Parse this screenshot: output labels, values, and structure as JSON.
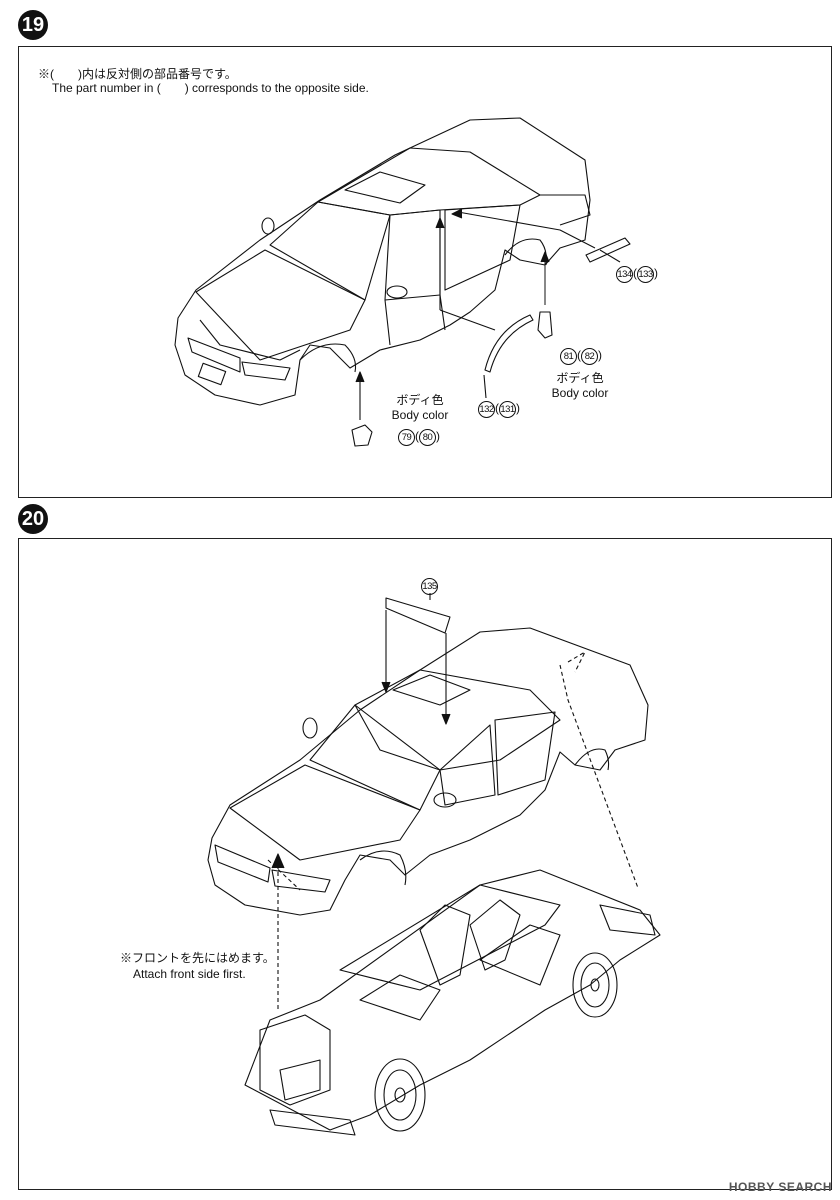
{
  "steps": [
    {
      "number": "19",
      "note_jp": "※(　　)内は反対側の部品番号です。",
      "note_en": "The part number in (　　) corresponds to the opposite side.",
      "parts": [
        {
          "main": "134",
          "opposite": "133"
        },
        {
          "main": "81",
          "opposite": "82"
        },
        {
          "main": "132",
          "opposite": "131"
        },
        {
          "main": "79",
          "opposite": "80"
        }
      ],
      "color_labels": [
        {
          "jp": "ボディ色",
          "en": "Body color"
        },
        {
          "jp": "ボディ色",
          "en": "Body color"
        }
      ]
    },
    {
      "number": "20",
      "part": "135",
      "note_jp": "※フロントを先にはめます。",
      "note_en": "Attach front side first."
    }
  ],
  "watermark": "HOBBY SEARCH"
}
